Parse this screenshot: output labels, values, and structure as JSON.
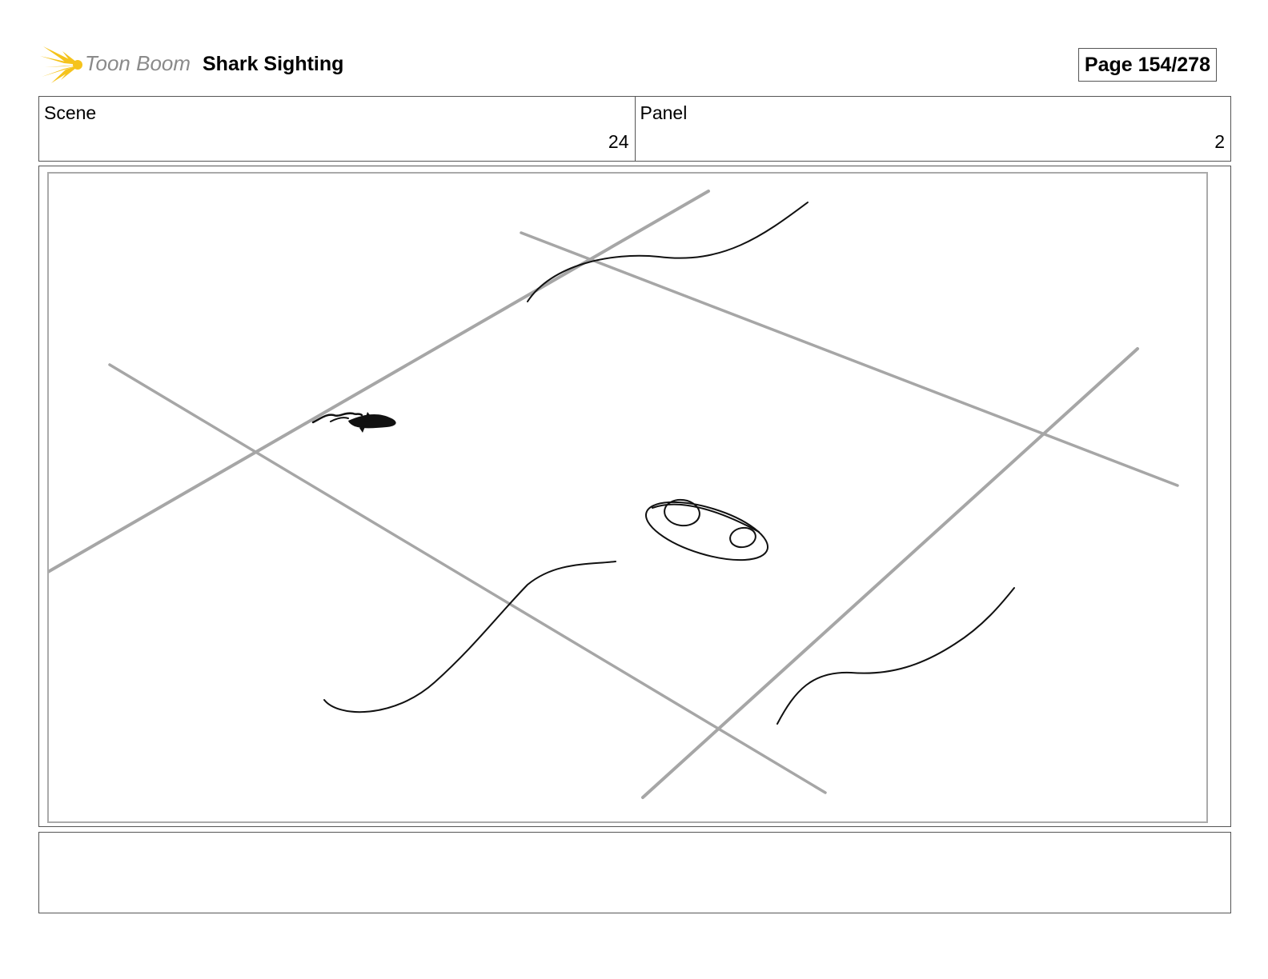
{
  "header": {
    "logo_text": "Toon Boom",
    "project_title": "Shark Sighting",
    "page_label": "Page 154/278"
  },
  "info": {
    "scene_label": "Scene",
    "scene_value": "24",
    "panel_label": "Panel",
    "panel_value": "2"
  },
  "notes": {
    "text": ""
  },
  "colors": {
    "logo_yellow": "#f5c31c",
    "guide_gray": "#a6a6a6",
    "frame_gray": "#aaaaaa"
  }
}
